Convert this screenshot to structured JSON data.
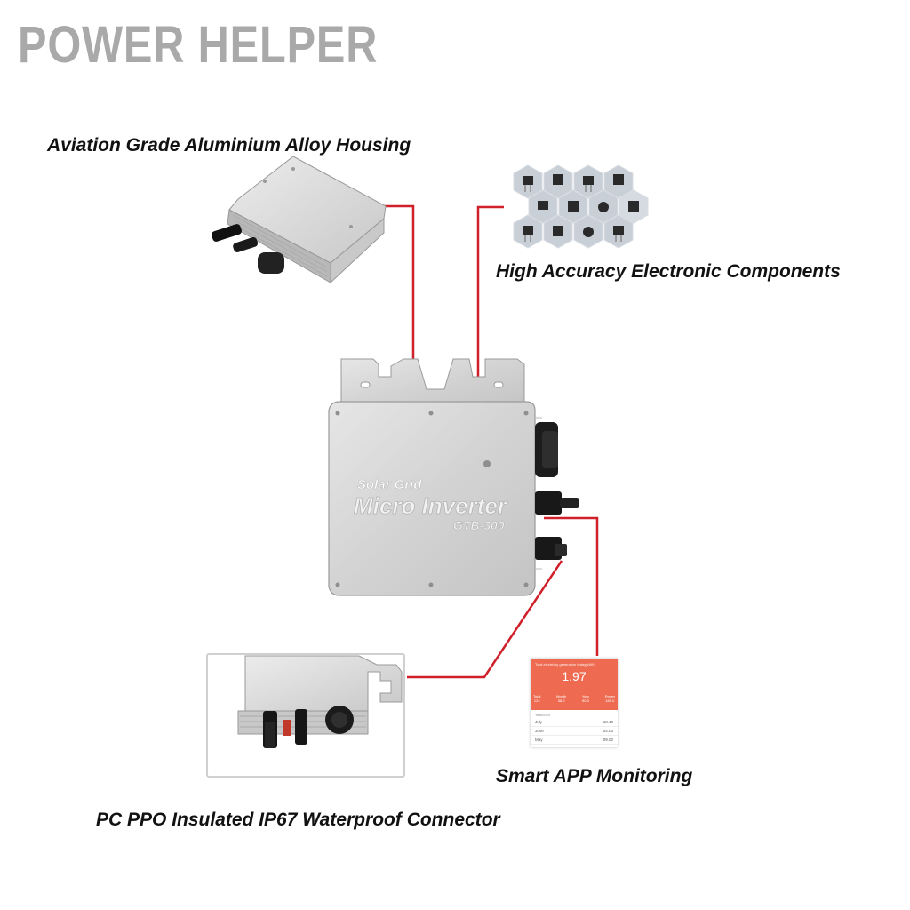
{
  "brand": "POWER HELPER",
  "labels": {
    "housing": "Aviation Grade Aluminium Alloy Housing",
    "components": "High Accuracy Electronic Components",
    "app": "Smart APP Monitoring",
    "connector": "PC PPO Insulated IP67 Waterproof Connector"
  },
  "device": {
    "line1": "Solar Grid",
    "line2": "Micro Inverter",
    "model": "GTB-300"
  },
  "app_screen": {
    "header": "Total electricity generation today(kWh)",
    "value": "1.97",
    "stats": [
      {
        "label": "Total",
        "value": "124"
      },
      {
        "label": "Month",
        "value": "58.2"
      },
      {
        "label": "Year",
        "value": "90.3"
      },
      {
        "label": "Power",
        "value": "185.0"
      }
    ],
    "section": "Year2020",
    "rows": [
      {
        "month": "July",
        "value": "18.49"
      },
      {
        "month": "June",
        "value": "04.03"
      },
      {
        "month": "May",
        "value": "09.02"
      }
    ]
  },
  "colors": {
    "brand": "#a9a9a9",
    "leader_line": "#d0202a",
    "housing": "#d9d9d9",
    "app_accent": "#ee6b52"
  }
}
